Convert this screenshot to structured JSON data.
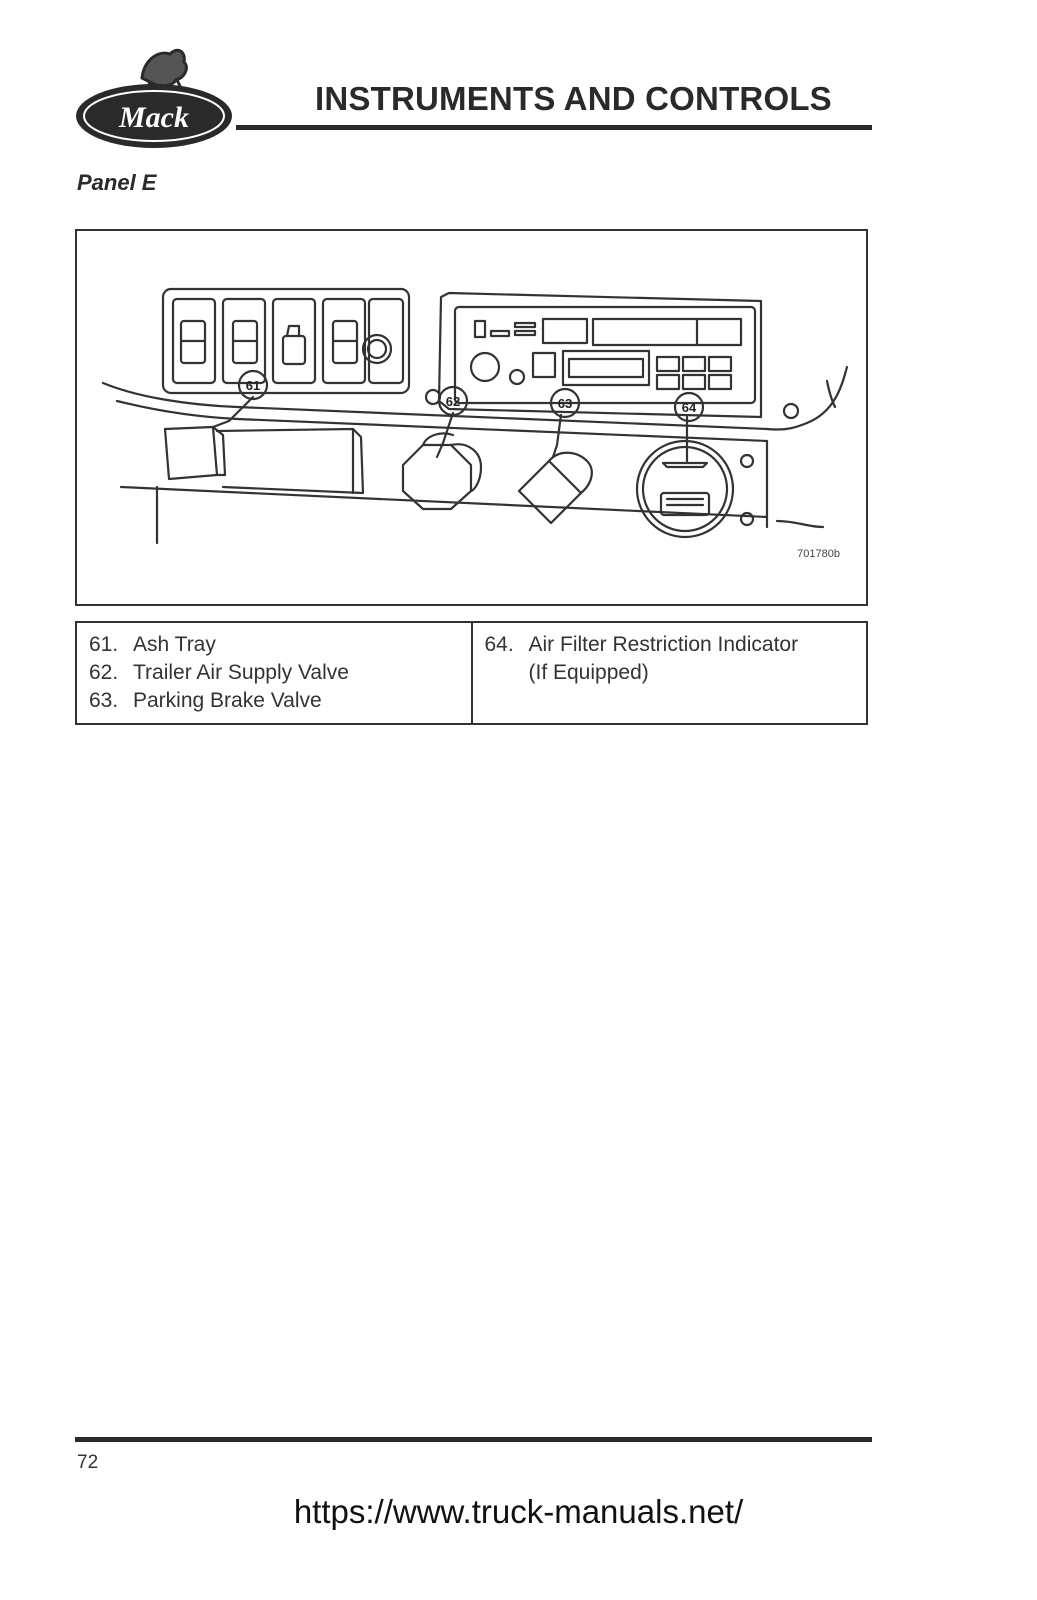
{
  "header": {
    "logo_text": "Mack",
    "title": "INSTRUMENTS AND CONTROLS"
  },
  "section": {
    "title": "Panel E"
  },
  "figure": {
    "id": "701780b",
    "callouts": [
      "61",
      "62",
      "63",
      "64"
    ]
  },
  "legend": {
    "left": [
      {
        "num": "61.",
        "text": "Ash Tray"
      },
      {
        "num": "62.",
        "text": "Trailer Air Supply Valve"
      },
      {
        "num": "63.",
        "text": "Parking Brake Valve"
      }
    ],
    "right": [
      {
        "num": "64.",
        "text": "Air Filter Restriction Indicator\n(If Equipped)"
      }
    ]
  },
  "footer": {
    "page_number": "72",
    "url": "https://www.truck-manuals.net/"
  }
}
